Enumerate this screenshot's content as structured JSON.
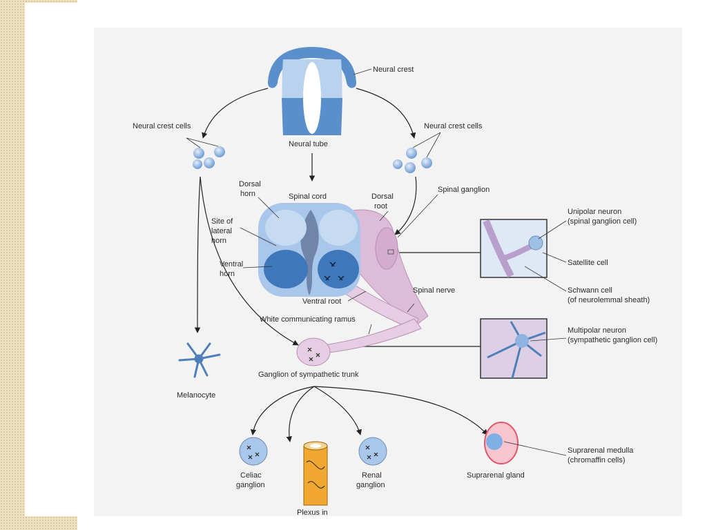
{
  "labels": {
    "neural_crest": "Neural crest",
    "neural_crest_cells_left": "Neural crest cells",
    "neural_crest_cells_right": "Neural crest cells",
    "neural_tube": "Neural tube",
    "dorsal_horn_1": "Dorsal",
    "dorsal_horn_2": "horn",
    "spinal_cord": "Spinal cord",
    "dorsal_root_1": "Dorsal",
    "dorsal_root_2": "root",
    "spinal_ganglion": "Spinal ganglion",
    "site_lateral_1": "Site of",
    "site_lateral_2": "lateral",
    "site_lateral_3": "horn",
    "ventral_horn_1": "Ventral",
    "ventral_horn_2": "horn",
    "ventral_root": "Ventral root",
    "spinal_nerve": "Spinal nerve",
    "white_ramus": "White communicating ramus",
    "unipolar_1": "Unipolar neuron",
    "unipolar_2": "(spinal ganglion cell)",
    "satellite": "Satellite cell",
    "schwann_1": "Schwann cell",
    "schwann_2": "(of neurolemmal sheath)",
    "multipolar_1": "Multipolar neuron",
    "multipolar_2": "(sympathetic ganglion cell)",
    "melanocyte": "Melanocyte",
    "ganglion_symp": "Ganglion of sympathetic trunk",
    "celiac_1": "Celiac",
    "celiac_2": "ganglion",
    "plexus": "Plexus in",
    "renal_1": "Renal",
    "renal_2": "ganglion",
    "suprarenal_gland": "Suprarenal gland",
    "medulla_1": "Suprarenal medulla",
    "medulla_2": "(chromaffin cells)"
  },
  "colors": {
    "frame": "#efe2c4",
    "panel": "#f3f3f4",
    "blue_dark": "#4f86c6",
    "blue_light": "#b9d2ee",
    "pink": "#d8b6d4",
    "pink_light": "#e6cde3",
    "orange": "#f0a830",
    "red": "#e0566a"
  }
}
